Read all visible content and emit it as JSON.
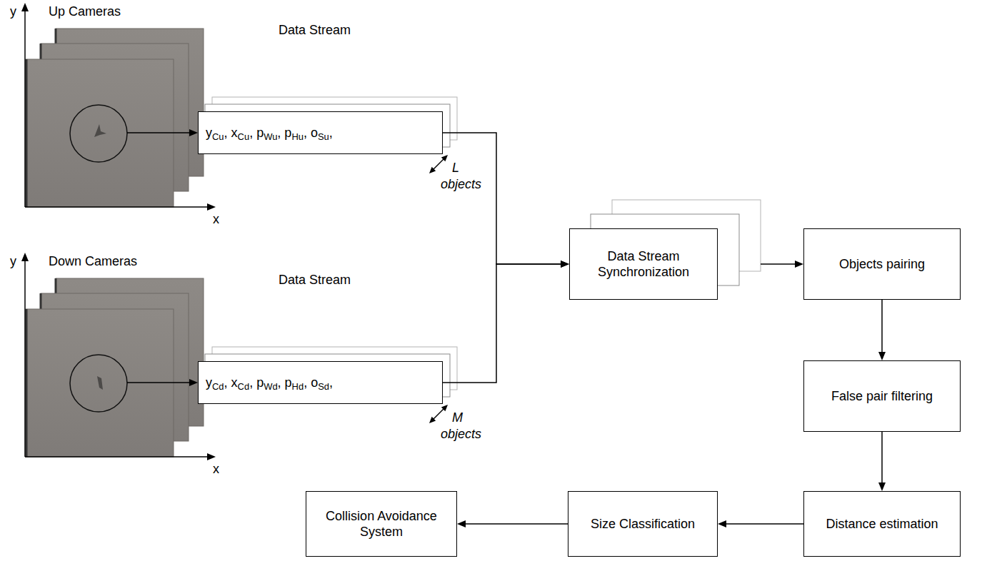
{
  "diagram": {
    "nodes": [
      {
        "text": [
          "Up Cameras"
        ]
      },
      {
        "text": [
          "Data Stream",
          "yCu, xCu, pWu, pHu, oSu,"
        ]
      },
      {
        "text": [
          "Down Cameras"
        ]
      },
      {
        "text": [
          "Data Stream",
          "yCd, xCd, pWd, pHd, oSd,"
        ]
      },
      {
        "text": [
          "Data Stream Synchronization"
        ]
      },
      {
        "text": [
          "Objects pairing"
        ]
      },
      {
        "text": [
          "False pair filtering"
        ]
      },
      {
        "text": [
          "Distance estimation"
        ]
      },
      {
        "text": [
          "Size Classification"
        ]
      },
      {
        "text": [
          "Collision Avoidance System"
        ]
      }
    ],
    "edges": [
      {
        "from": 0,
        "to": 1,
        "arrow": "to"
      },
      {
        "from": 2,
        "to": 3,
        "arrow": "to"
      },
      {
        "from": 1,
        "to": 4,
        "arrow": "to"
      },
      {
        "from": 3,
        "to": 4,
        "arrow": "to"
      },
      {
        "from": 4,
        "to": 5,
        "arrow": "to"
      },
      {
        "from": 5,
        "to": 6,
        "arrow": "to"
      },
      {
        "from": 6,
        "to": 7,
        "arrow": "to"
      },
      {
        "from": 7,
        "to": 8,
        "arrow": "to"
      },
      {
        "from": 8,
        "to": 9,
        "arrow": "to"
      }
    ],
    "labels": [
      "y",
      "x",
      "y",
      "x",
      "L",
      "objects",
      "M",
      "objects"
    ]
  }
}
